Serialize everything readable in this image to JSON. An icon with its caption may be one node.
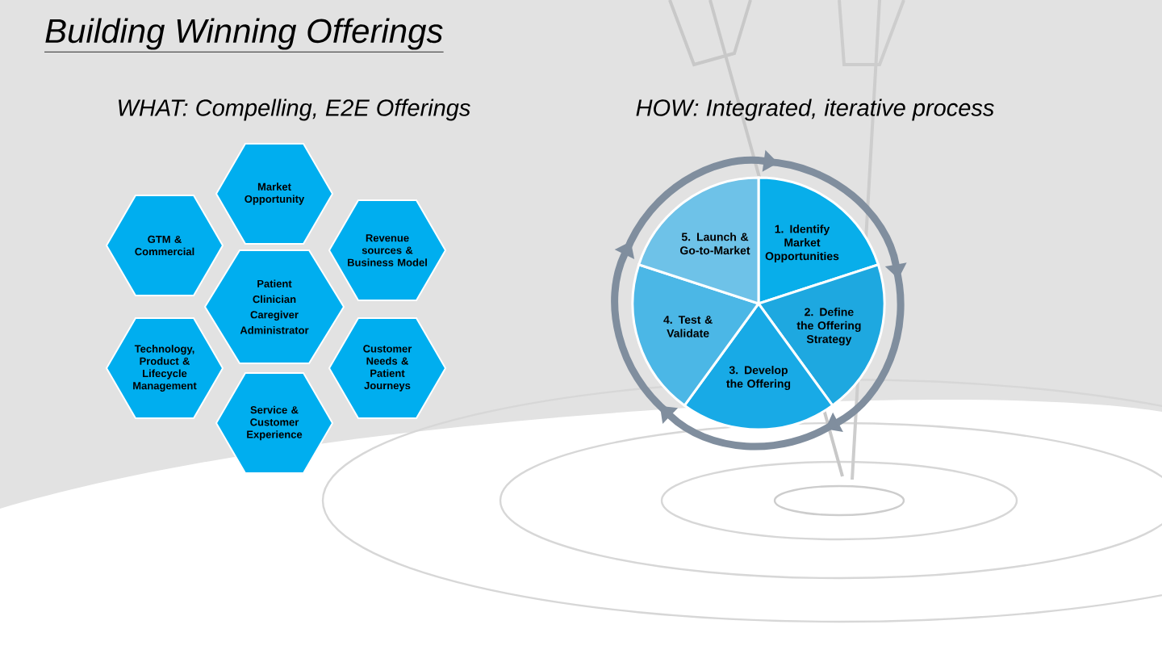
{
  "diagram": {
    "title": "Building Winning Offerings",
    "nodes": [
      {
        "text": [
          "Market Opportunity"
        ]
      },
      {
        "text": [
          "GTM & Commercial"
        ]
      },
      {
        "text": [
          "Revenue sources & Business Model"
        ]
      },
      {
        "text": [
          "Patient",
          "Clinician",
          "Caregiver",
          "Administrator"
        ]
      },
      {
        "text": [
          "Technology, Product & Lifecycle Management"
        ]
      },
      {
        "text": [
          "Customer Needs & Patient Journeys"
        ]
      },
      {
        "text": [
          "Service & Customer Experience"
        ]
      },
      {
        "text": [
          "1. Identify Market Opportunities"
        ]
      },
      {
        "text": [
          "2. Define the Offering Strategy"
        ]
      },
      {
        "text": [
          "3. Develop the Offering"
        ]
      },
      {
        "text": [
          "4. Test & Validate"
        ]
      },
      {
        "text": [
          "5. Launch & Go-to-Market"
        ]
      }
    ],
    "edges": [
      {
        "from": 7,
        "to": 8,
        "arrow": "to"
      },
      {
        "from": 8,
        "to": 9,
        "arrow": "to"
      },
      {
        "from": 9,
        "to": 10,
        "arrow": "to"
      },
      {
        "from": 10,
        "to": 11,
        "arrow": "to"
      },
      {
        "from": 11,
        "to": 7,
        "arrow": "to"
      }
    ],
    "labels": [
      "WHAT: Compelling, E2E Offerings",
      "HOW: Integrated, iterative process"
    ]
  }
}
